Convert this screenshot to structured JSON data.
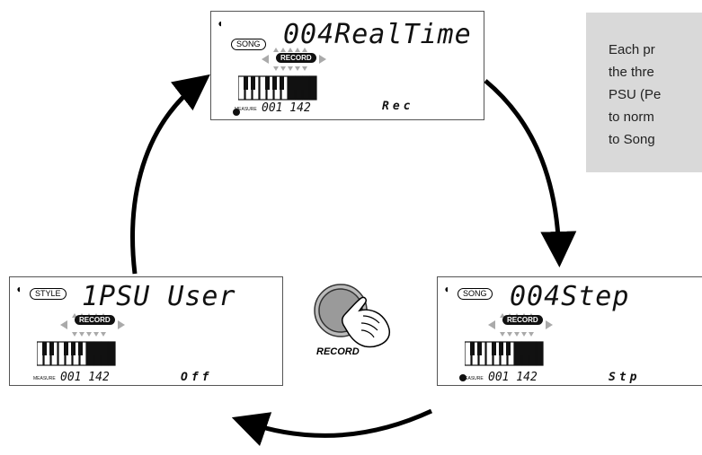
{
  "note": {
    "lines": [
      "Each pr",
      "the thre",
      "PSU (Pe",
      "to norm",
      "to Song"
    ]
  },
  "button": {
    "label": "RECORD"
  },
  "displays": [
    {
      "mode": "SONG",
      "main": "004RealTime",
      "record": "RECORD",
      "measure_label": "MEASURE",
      "measure": "001 142",
      "mode_word": "Rec"
    },
    {
      "mode": "SONG",
      "main": "004Step",
      "record": "RECORD",
      "measure_label": "MEASURE",
      "measure": "001 142",
      "mode_word": "Stp"
    },
    {
      "mode": "STYLE",
      "main": "1PSU User",
      "record": "RECORD",
      "measure_label": "MEASURE",
      "measure": "001 142",
      "mode_word": "Off"
    }
  ]
}
